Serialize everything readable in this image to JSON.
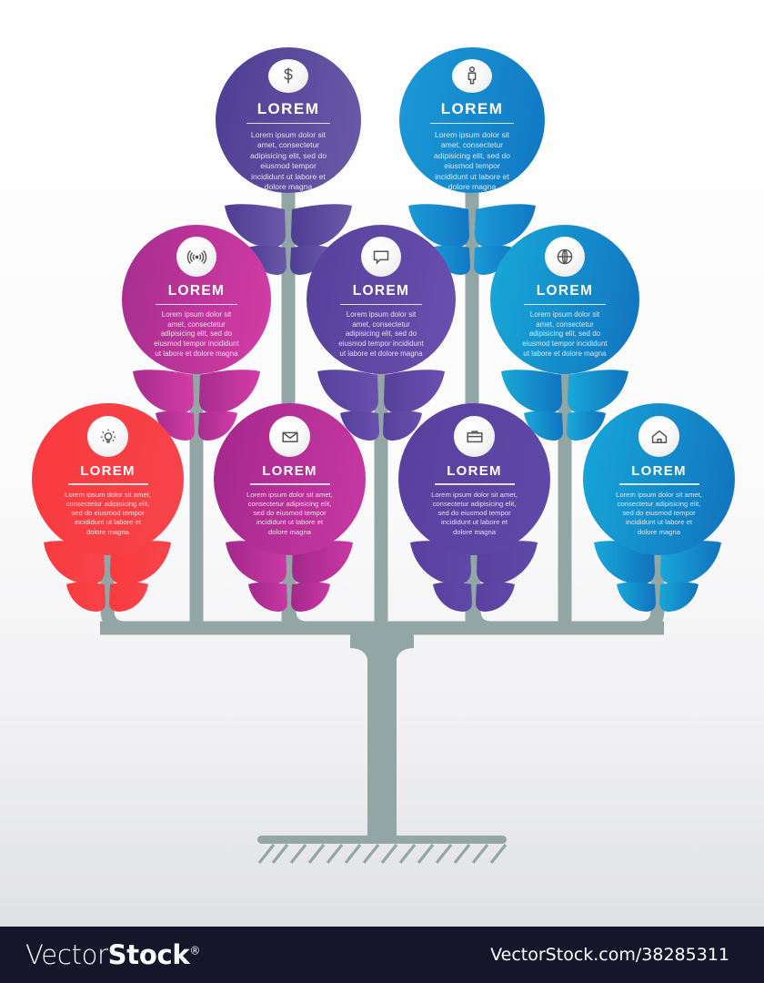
{
  "graphic": {
    "type": "tree-infographic",
    "background_gradient": [
      "#ffffff",
      "#d9dadd"
    ],
    "trunk_color": "#93a6a6",
    "shared_title": "LOREM",
    "shared_description": "Lorem ipsum dolor sit amet, consectetur adipisicing elit, sed do eiusmod tempor incididunt ut labore et dolore magna"
  },
  "nodes": [
    {
      "id": "node-money",
      "row": "top",
      "title": "LOREM",
      "description": "Lorem ipsum dolor sit amet, consectetur adipisicing elit, sed do eiusmod tempor incididunt ut labore et dolore magna",
      "icon": "dollar-icon",
      "color_start": "#4e3d94",
      "color_end": "#6a5aa8"
    },
    {
      "id": "node-person",
      "row": "top",
      "title": "LOREM",
      "description": "Lorem ipsum dolor sit amet, consectetur adipisicing elit, sed do eiusmod tempor incididunt ut labore et dolore magna",
      "icon": "person-icon",
      "color_start": "#1b9ad6",
      "color_end": "#1178c4"
    },
    {
      "id": "node-signal",
      "row": "middle",
      "title": "LOREM",
      "description": "Lorem ipsum dolor sit amet, consectetur adipisicing elit, sed do eiusmod tempor incididunt ut labore et dolore magna",
      "icon": "wireless-signal-icon",
      "color_start": "#a62d8e",
      "color_end": "#d43ca6"
    },
    {
      "id": "node-chat",
      "row": "middle",
      "title": "LOREM",
      "description": "Lorem ipsum dolor sit amet, consectetur adipisicing elit, sed do eiusmod tempor incididunt ut labore et dolore magna",
      "icon": "speech-bubble-icon",
      "color_start": "#56409c",
      "color_end": "#6b4fae"
    },
    {
      "id": "node-globe",
      "row": "middle",
      "title": "LOREM",
      "description": "Lorem ipsum dolor sit amet, consectetur adipisicing elit, sed do eiusmod tempor incididunt ut labore et dolore magna",
      "icon": "globe-icon",
      "color_start": "#18a9d8",
      "color_end": "#1273bf"
    },
    {
      "id": "node-idea",
      "row": "bottom",
      "title": "LOREM",
      "description": "Lorem ipsum dolor sit amet, consectetur adipisicing elit, sed do eiusmod tempor incididunt ut labore et dolore magna",
      "icon": "lightbulb-icon",
      "color_start": "#f93a3f",
      "color_end": "#f6444a"
    },
    {
      "id": "node-mail",
      "row": "bottom",
      "title": "LOREM",
      "description": "Lorem ipsum dolor sit amet, consectetur adipisicing elit, sed do eiusmod tempor incididunt ut labore et dolore magna",
      "icon": "envelope-icon",
      "color_start": "#a4288c",
      "color_end": "#c838a2"
    },
    {
      "id": "node-work",
      "row": "bottom",
      "title": "LOREM",
      "description": "Lorem ipsum dolor sit amet, consectetur adipisicing elit, sed do eiusmod tempor incididunt ut labore et dolore magna",
      "icon": "briefcase-icon",
      "color_start": "#5b3f9e",
      "color_end": "#5e49a8"
    },
    {
      "id": "node-home",
      "row": "bottom",
      "title": "LOREM",
      "description": "Lorem ipsum dolor sit amet, consectetur adipisicing elit, sed do eiusmod tempor incididunt ut labore et dolore magna",
      "icon": "house-icon",
      "color_start": "#17a7d8",
      "color_end": "#1272be"
    }
  ],
  "watermark": {
    "logo_thin": "Vector",
    "logo_bold": "Stock",
    "registered_mark": "®",
    "url": "VectorStock.com/38285311"
  }
}
